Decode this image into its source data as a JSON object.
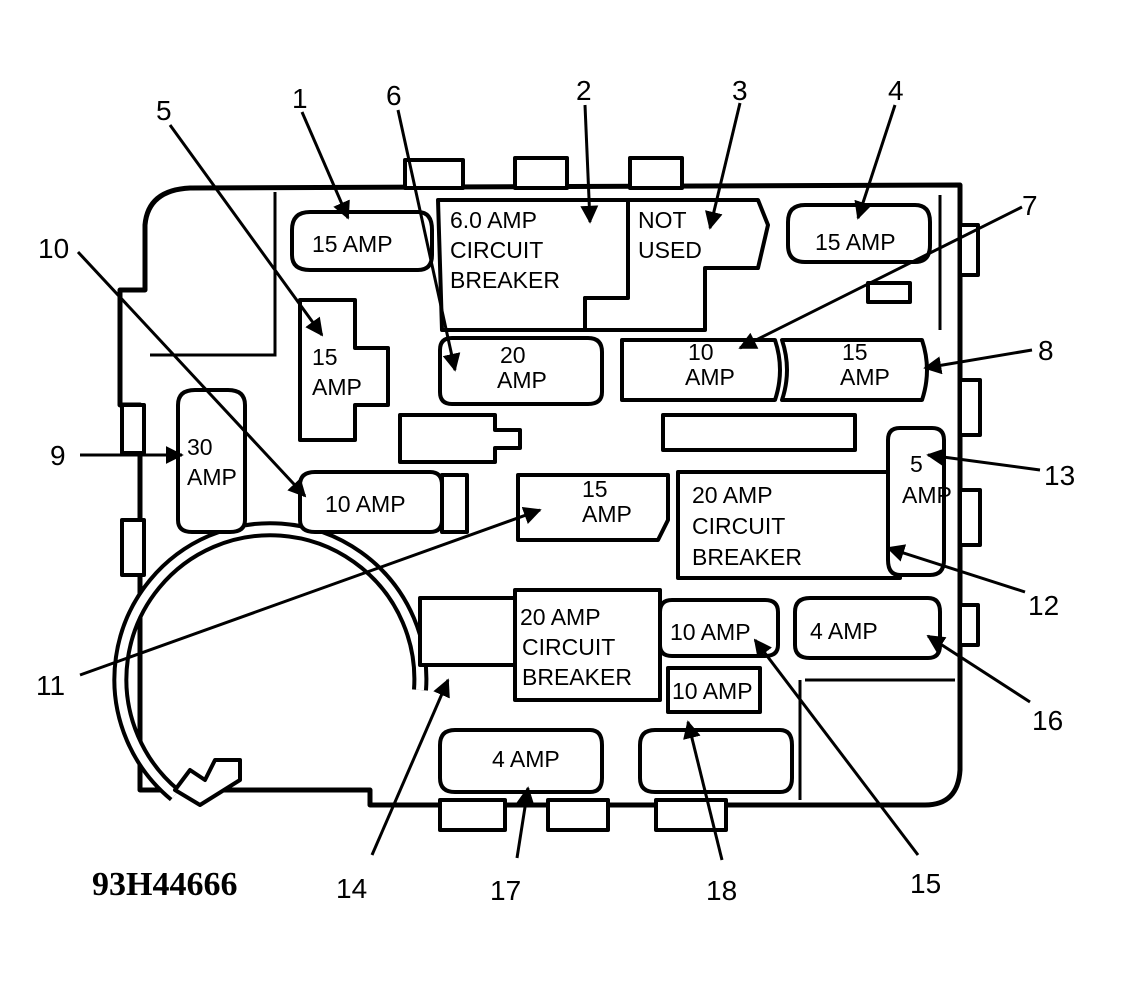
{
  "figure_id": "93H44666",
  "components": {
    "c1": "15 AMP",
    "c2": [
      "6.0 AMP",
      "CIRCUIT",
      "BREAKER"
    ],
    "c3": [
      "NOT",
      "USED"
    ],
    "c4": "15 AMP",
    "c5": [
      "15",
      "AMP"
    ],
    "c6": [
      "20",
      "AMP"
    ],
    "c7": [
      "10",
      "AMP"
    ],
    "c8": [
      "15",
      "AMP"
    ],
    "c9": [
      "30",
      "AMP"
    ],
    "c10": "10 AMP",
    "c11": [
      "15",
      "AMP"
    ],
    "c12": [
      "20 AMP",
      "CIRCUIT",
      "BREAKER"
    ],
    "c13": [
      "5",
      "AMP"
    ],
    "c14": [
      "20 AMP",
      "CIRCUIT",
      "BREAKER"
    ],
    "c15": "10 AMP",
    "c16": "4 AMP",
    "c17": "4 AMP",
    "c18": "10 AMP"
  },
  "callouts": {
    "n1": "1",
    "n2": "2",
    "n3": "3",
    "n4": "4",
    "n5": "5",
    "n6": "6",
    "n7": "7",
    "n8": "8",
    "n9": "9",
    "n10": "10",
    "n11": "11",
    "n12": "12",
    "n13": "13",
    "n14": "14",
    "n15": "15",
    "n16": "16",
    "n17": "17",
    "n18": "18"
  }
}
